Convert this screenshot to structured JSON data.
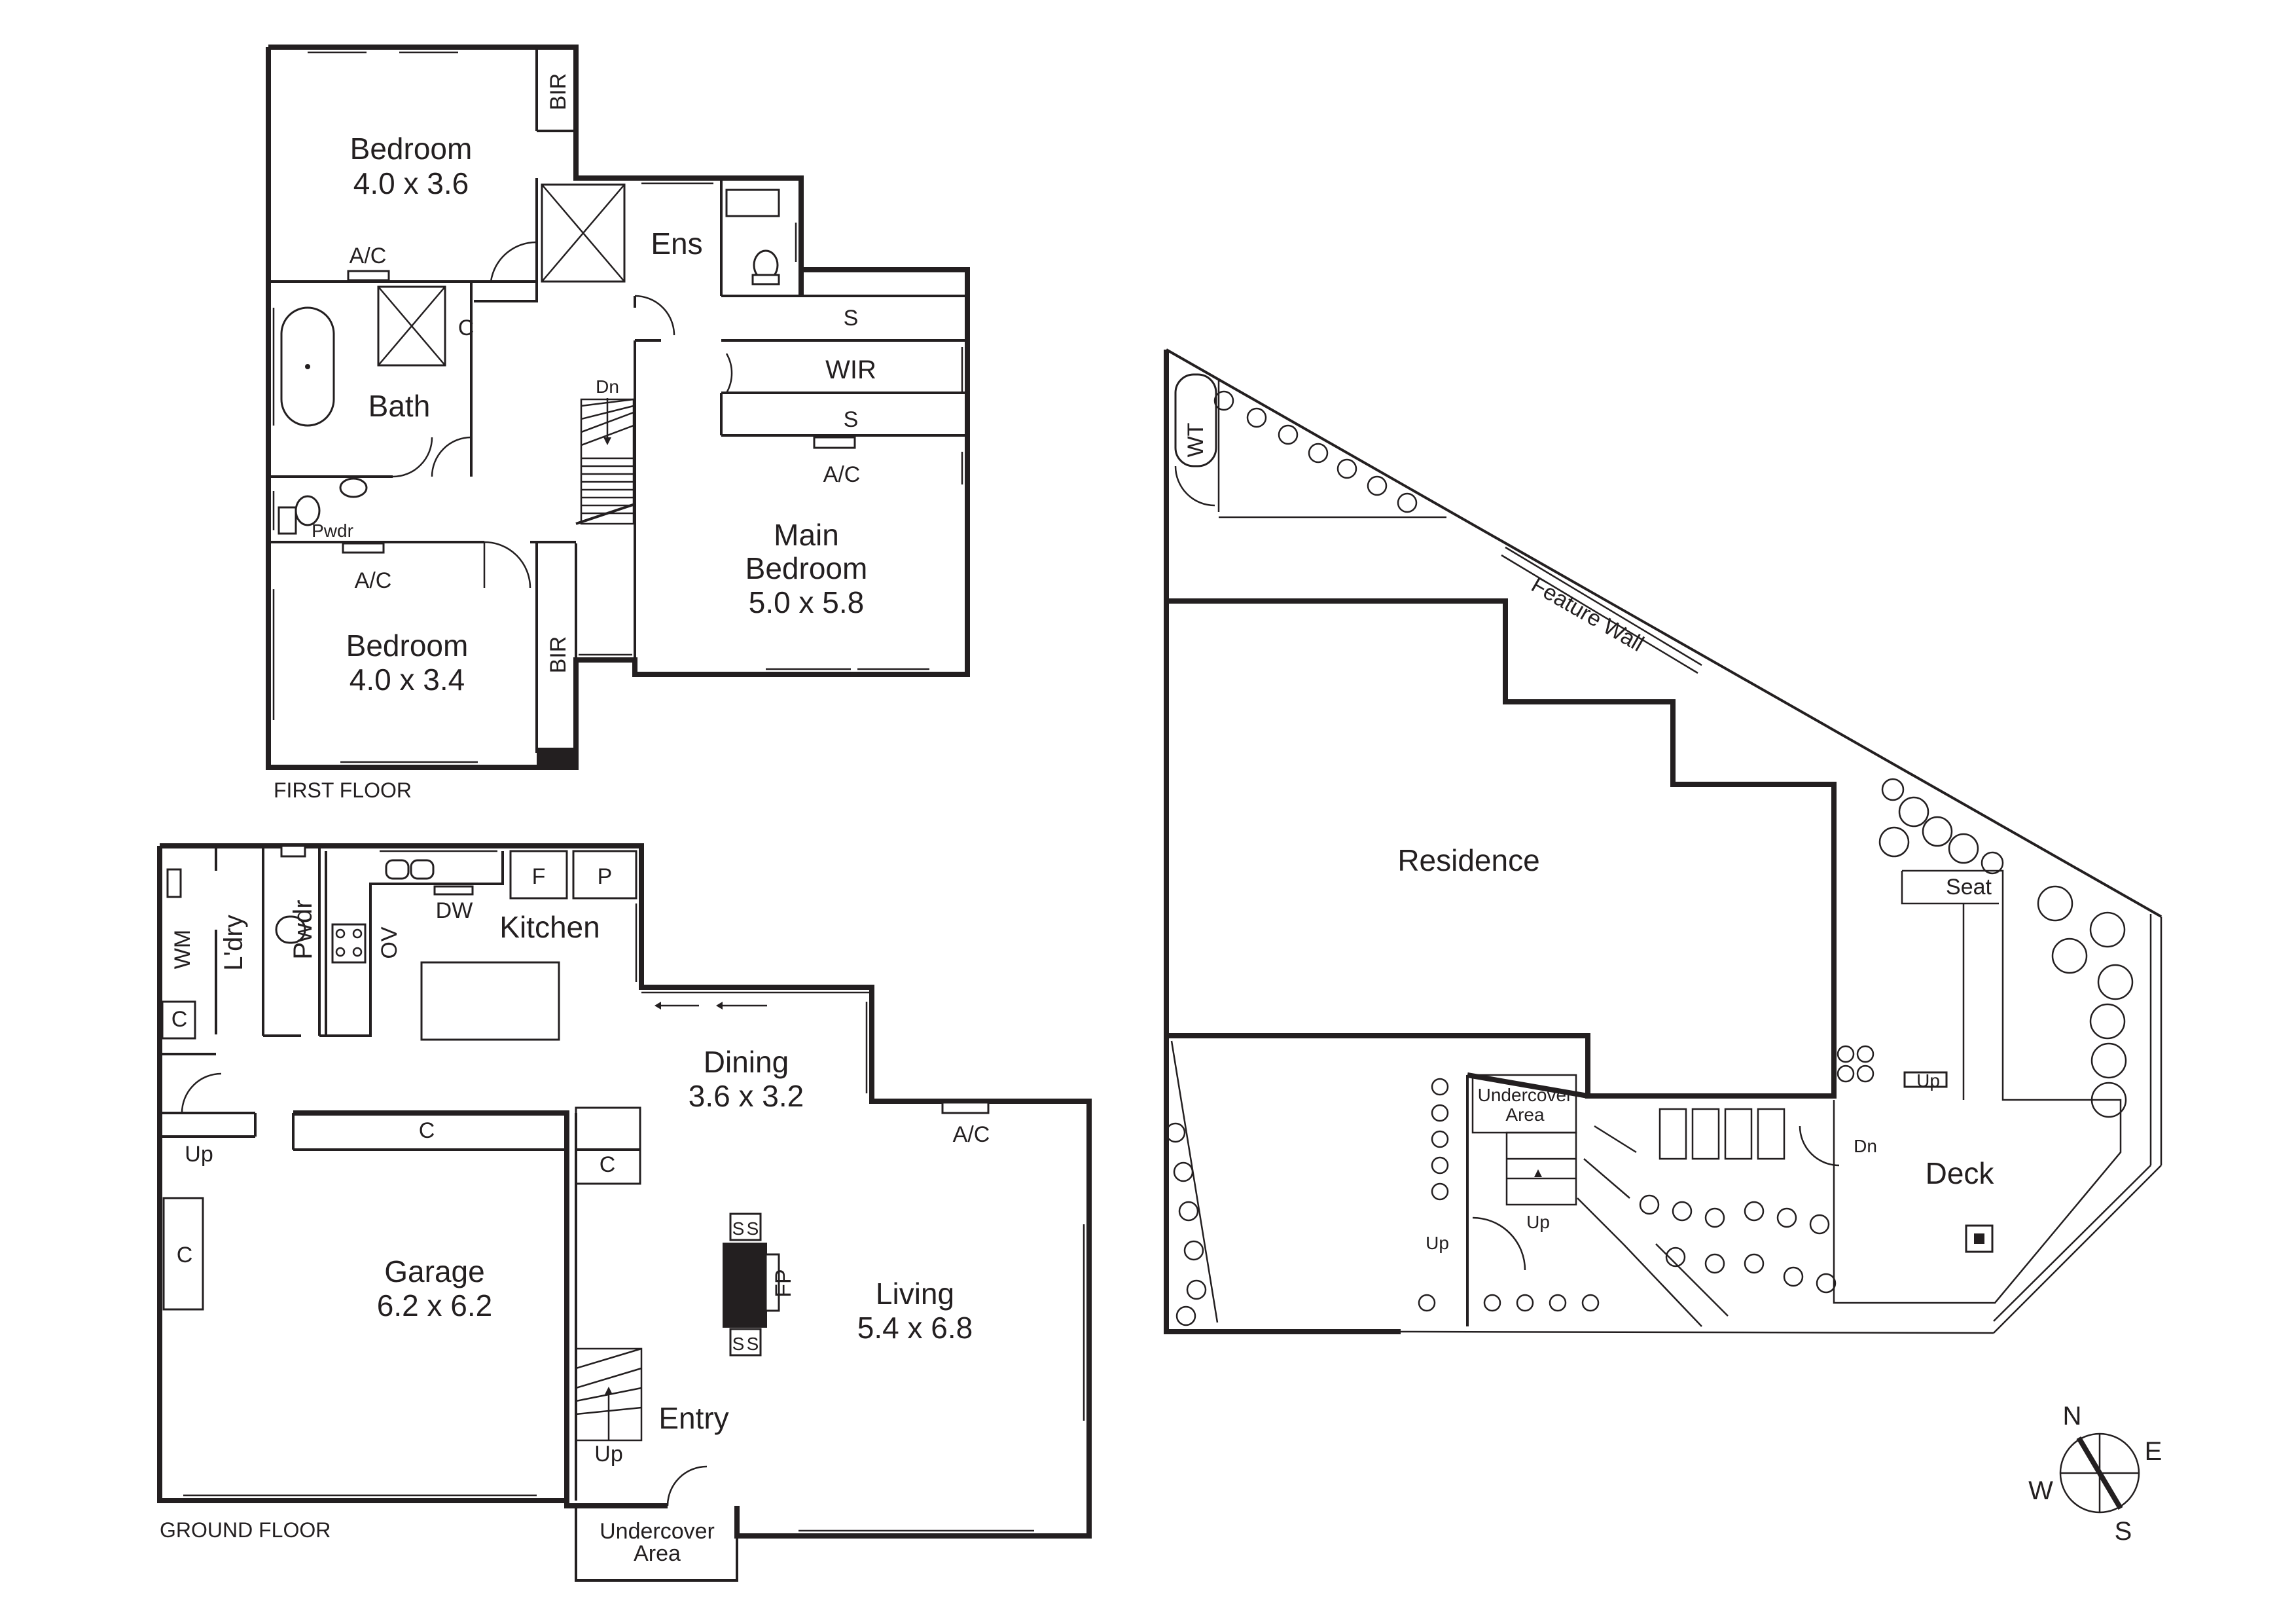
{
  "floor_labels": {
    "first": "FIRST FLOOR",
    "ground": "GROUND FLOOR"
  },
  "first_floor": {
    "bedroom_1": {
      "name": "Bedroom",
      "size": "4.0 x 3.6"
    },
    "bedroom_2": {
      "name": "Bedroom",
      "size": "4.0 x 3.4"
    },
    "main_bedroom": {
      "name_line1": "Main",
      "name_line2": "Bedroom",
      "size": "5.0 x 5.8"
    },
    "ens": "Ens",
    "bath": "Bath",
    "pwdr": "Pwdr",
    "wir": "WIR",
    "bir_1": "BIR",
    "bir_2": "BIR",
    "ac_1": "A/C",
    "ac_2": "A/C",
    "ac_3": "A/C",
    "cupboard": "C",
    "shelf_1": "S",
    "shelf_2": "S",
    "stair_dn": "Dn"
  },
  "ground_floor": {
    "garage": {
      "name": "Garage",
      "size": "6.2 x 6.2"
    },
    "dining": {
      "name": "Dining",
      "size": "3.6 x 3.2"
    },
    "living": {
      "name": "Living",
      "size": "5.4 x 6.8"
    },
    "kitchen": "Kitchen",
    "entry": "Entry",
    "laundry": "L'dry",
    "pwdr": "Pwdr",
    "wm": "WM",
    "dw": "DW",
    "ov": "OV",
    "fridge": "F",
    "pantry": "P",
    "fp": "FP",
    "ac": "A/C",
    "cupboard_garage_top": "C",
    "cupboard_garage_side": "C",
    "cupboard_entry": "C",
    "cupboard_laundry": "C",
    "storage_labels": [
      "S",
      "S",
      "S",
      "S"
    ],
    "up_1": "Up",
    "up_2": "Up",
    "undercover": {
      "line1": "Undercover",
      "line2": "Area"
    }
  },
  "site": {
    "residence": "Residence",
    "feature_wall": "Feature Wall",
    "wt": "WT",
    "seat": "Seat",
    "deck": "Deck",
    "up_deck": "Up",
    "dn_deck": "Dn",
    "up_left": "Up",
    "up_mid": "Up",
    "undercover": {
      "line1": "Undercover",
      "line2": "Area"
    }
  },
  "compass": {
    "n": "N",
    "e": "E",
    "s": "S",
    "w": "W"
  },
  "colors": {
    "ink": "#231f20",
    "paper": "#ffffff"
  }
}
